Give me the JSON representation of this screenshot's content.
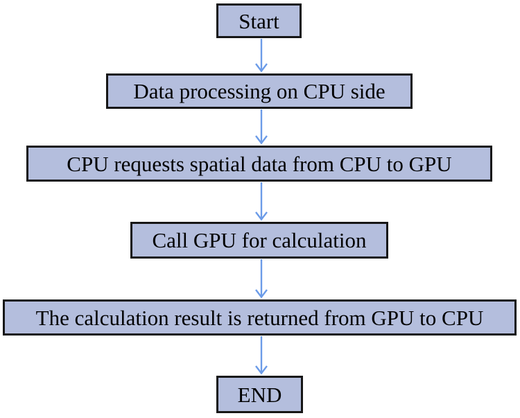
{
  "diagram": {
    "type": "flowchart",
    "direction": "top-to-bottom",
    "nodes": [
      {
        "id": "start",
        "label": "Start"
      },
      {
        "id": "process-cpu",
        "label": "Data processing on CPU side"
      },
      {
        "id": "transfer-to-gpu",
        "label": "CPU requests spatial data from CPU to GPU"
      },
      {
        "id": "call-gpu",
        "label": "Call GPU for calculation"
      },
      {
        "id": "return-result",
        "label": "The calculation result is returned from GPU to CPU"
      },
      {
        "id": "end",
        "label": "END"
      }
    ],
    "edges": [
      {
        "from": "start",
        "to": "process-cpu",
        "style": "arrow-down"
      },
      {
        "from": "process-cpu",
        "to": "transfer-to-gpu",
        "style": "arrow-down"
      },
      {
        "from": "transfer-to-gpu",
        "to": "call-gpu",
        "style": "arrow-down"
      },
      {
        "from": "call-gpu",
        "to": "return-result",
        "style": "arrow-down"
      },
      {
        "from": "return-result",
        "to": "end",
        "style": "arrow-down"
      }
    ]
  },
  "colors": {
    "box_fill": "#b4bedd",
    "box_border": "#161616",
    "arrow": "#6b9be8",
    "text": "#000000"
  }
}
